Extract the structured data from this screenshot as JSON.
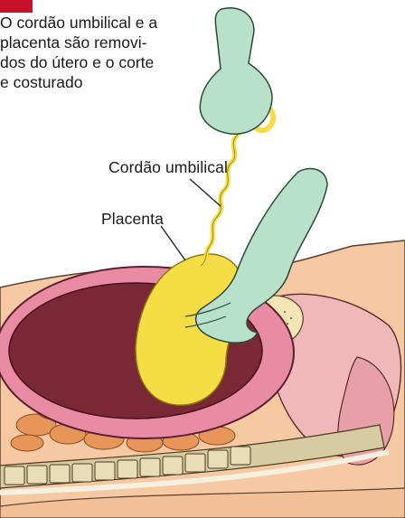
{
  "caption": {
    "lines": [
      "O cordão umbilical e a",
      "placenta são removi-",
      "dos do útero e o corte",
      "e costurado"
    ]
  },
  "labels": {
    "umbilical_cord": "Cordão umbilical",
    "placenta": "Placenta"
  },
  "colors": {
    "accent_bar": "#c8102e",
    "glove": "#b9e0c8",
    "placenta": "#f6dc45",
    "uterus_interior": "#7a2736",
    "uterine_wall": "#e98ba2",
    "skin": "#f6c9a3",
    "spine": "#d9cba1"
  }
}
